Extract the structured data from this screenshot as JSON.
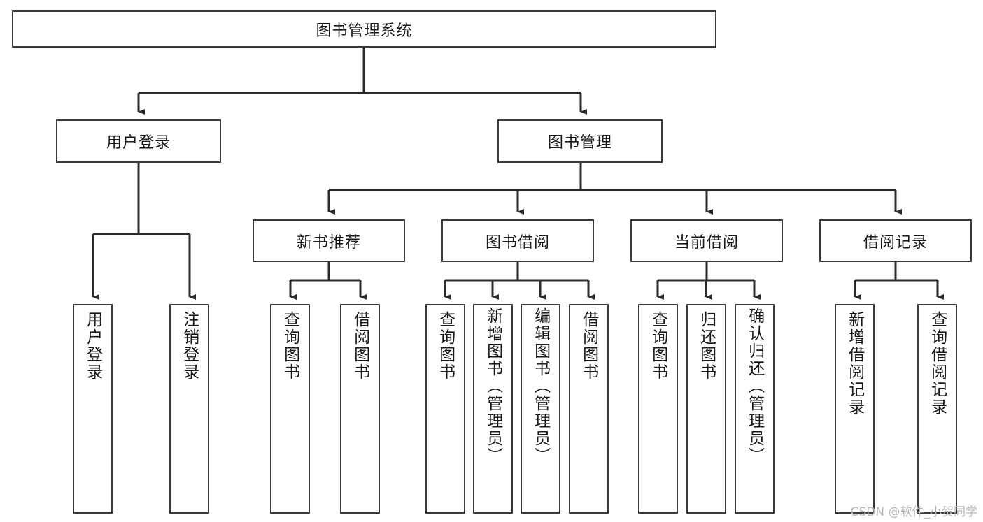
{
  "diagram": {
    "type": "tree-hierarchy-functional-decomposition",
    "title": "图书管理系统",
    "watermark": "CSDN @软件_小贺同学",
    "colors": {
      "box_stroke": "#3a3a3a",
      "box_fill": "#ffffff",
      "edge": "#2b2b2b",
      "text": "#1a1a1a",
      "watermark": "#b8b8b8",
      "background": "#ffffff"
    },
    "nodes": {
      "root": {
        "label": "图书管理系统",
        "level": 1,
        "orientation": "horizontal"
      },
      "user_login": {
        "label": "用户登录",
        "level": 2,
        "orientation": "horizontal"
      },
      "book_manage": {
        "label": "图书管理",
        "level": 2,
        "orientation": "horizontal"
      },
      "new_book_rec": {
        "label": "新书推荐",
        "level": 3,
        "orientation": "horizontal"
      },
      "book_borrow": {
        "label": "图书借阅",
        "level": 3,
        "orientation": "horizontal"
      },
      "current_borrow": {
        "label": "当前借阅",
        "level": 3,
        "orientation": "horizontal"
      },
      "borrow_record": {
        "label": "借阅记录",
        "level": 3,
        "orientation": "horizontal"
      },
      "leaf_user_login": {
        "label": "用户登录",
        "level": 4,
        "orientation": "vertical"
      },
      "leaf_logout": {
        "label": "注销登录",
        "level": 4,
        "orientation": "vertical"
      },
      "leaf_query_book_1": {
        "label": "查询图书",
        "level": 4,
        "orientation": "vertical"
      },
      "leaf_borrow_book_1": {
        "label": "借阅图书",
        "level": 4,
        "orientation": "vertical"
      },
      "leaf_query_book_2": {
        "label": "查询图书",
        "level": 4,
        "orientation": "vertical"
      },
      "leaf_add_book": {
        "label": "新增图书（管理员）",
        "level": 4,
        "orientation": "vertical"
      },
      "leaf_edit_book": {
        "label": "编辑图书（管理员）",
        "level": 4,
        "orientation": "vertical"
      },
      "leaf_borrow_book_2": {
        "label": "借阅图书",
        "level": 4,
        "orientation": "vertical"
      },
      "leaf_query_book_3": {
        "label": "查询图书",
        "level": 4,
        "orientation": "vertical"
      },
      "leaf_return_book": {
        "label": "归还图书",
        "level": 4,
        "orientation": "vertical"
      },
      "leaf_confirm_return": {
        "label": "确认归还（管理员）",
        "level": 4,
        "orientation": "vertical"
      },
      "leaf_add_record": {
        "label": "新增借阅记录",
        "level": 4,
        "orientation": "vertical"
      },
      "leaf_query_record": {
        "label": "查询借阅记录",
        "level": 4,
        "orientation": "vertical"
      }
    },
    "edges": [
      {
        "from": "root",
        "to": "user_login"
      },
      {
        "from": "root",
        "to": "book_manage"
      },
      {
        "from": "user_login",
        "to": "leaf_user_login"
      },
      {
        "from": "user_login",
        "to": "leaf_logout"
      },
      {
        "from": "book_manage",
        "to": "new_book_rec"
      },
      {
        "from": "book_manage",
        "to": "book_borrow"
      },
      {
        "from": "book_manage",
        "to": "current_borrow"
      },
      {
        "from": "book_manage",
        "to": "borrow_record"
      },
      {
        "from": "new_book_rec",
        "to": "leaf_query_book_1"
      },
      {
        "from": "new_book_rec",
        "to": "leaf_borrow_book_1"
      },
      {
        "from": "book_borrow",
        "to": "leaf_query_book_2"
      },
      {
        "from": "book_borrow",
        "to": "leaf_add_book"
      },
      {
        "from": "book_borrow",
        "to": "leaf_edit_book"
      },
      {
        "from": "book_borrow",
        "to": "leaf_borrow_book_2"
      },
      {
        "from": "current_borrow",
        "to": "leaf_query_book_3"
      },
      {
        "from": "current_borrow",
        "to": "leaf_return_book"
      },
      {
        "from": "current_borrow",
        "to": "leaf_confirm_return"
      },
      {
        "from": "borrow_record",
        "to": "leaf_add_record"
      },
      {
        "from": "borrow_record",
        "to": "leaf_query_record"
      }
    ]
  }
}
